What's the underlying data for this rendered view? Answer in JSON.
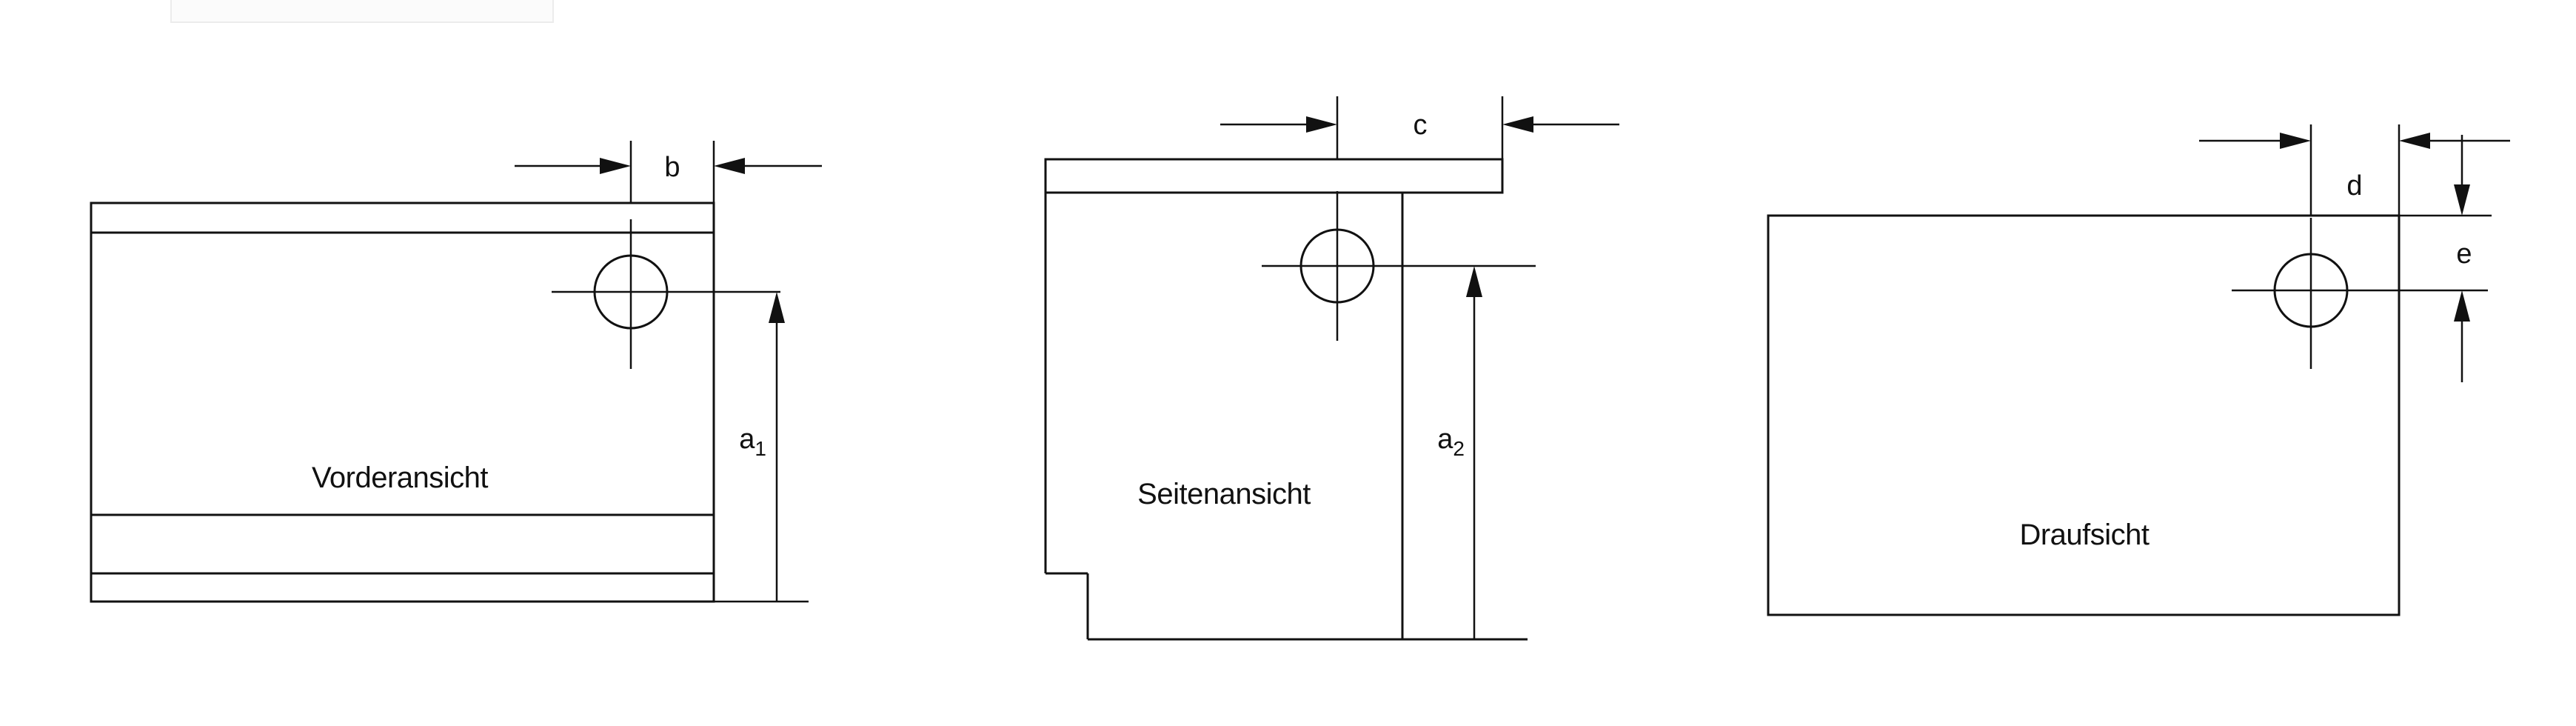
{
  "drawing": {
    "background": "#ffffff",
    "line_color": "#111111",
    "type": "orthographic-projection-views"
  },
  "views": {
    "front": {
      "label": "Vorderansicht"
    },
    "side": {
      "label": "Seitenansicht"
    },
    "top": {
      "label": "Draufsicht"
    }
  },
  "dims": {
    "b": "b",
    "c": "c",
    "d": "d",
    "e": "e",
    "a1": {
      "base": "a",
      "sub": "1"
    },
    "a2": {
      "base": "a",
      "sub": "2"
    }
  }
}
